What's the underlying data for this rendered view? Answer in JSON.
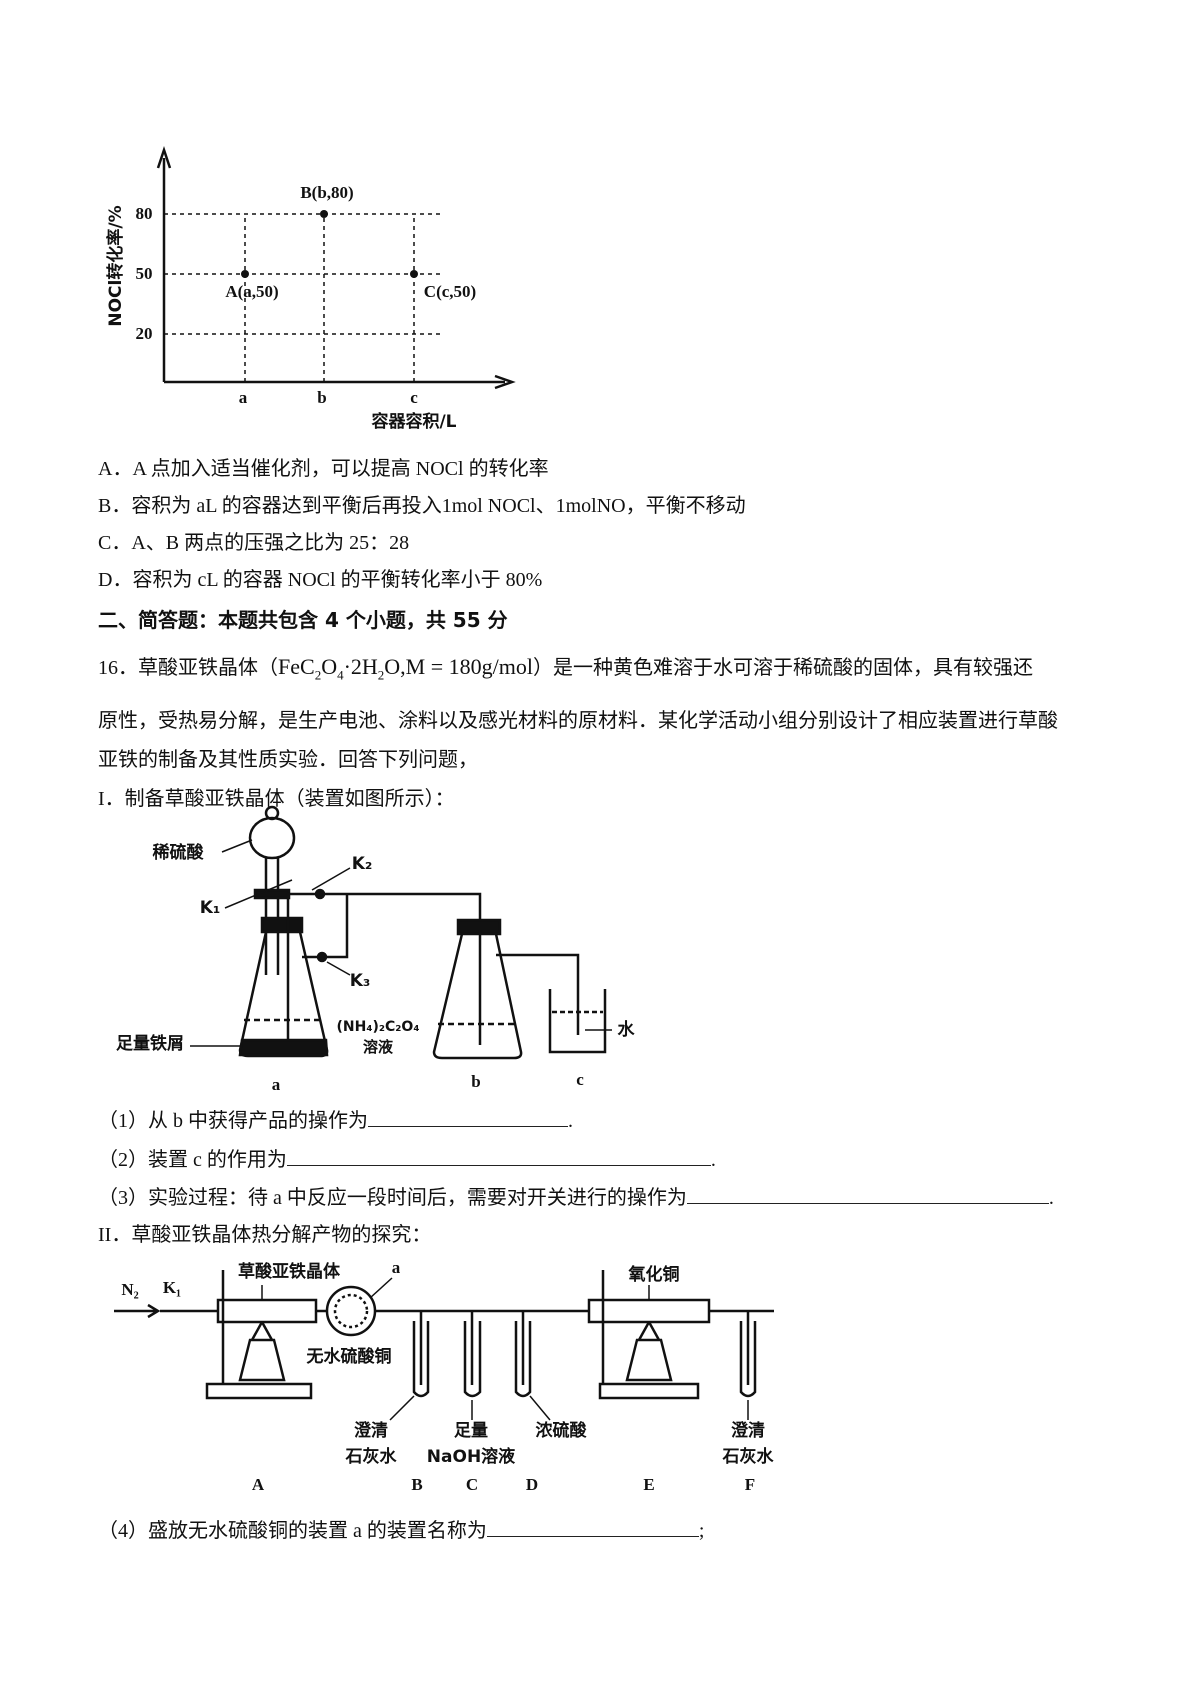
{
  "chart_data": {
    "type": "scatter",
    "title": "",
    "xlabel": "容器容积/L",
    "ylabel": "NOCl转化率/%",
    "x_ticks": [
      "a",
      "b",
      "c"
    ],
    "y_ticks": [
      20,
      50,
      80
    ],
    "points": [
      {
        "label": "A(a,50)",
        "x": "a",
        "y": 50
      },
      {
        "label": "B(b,80)",
        "x": "b",
        "y": 80
      },
      {
        "label": "C(c,50)",
        "x": "c",
        "y": 50
      }
    ],
    "grid": "dashed"
  },
  "options": [
    "A．A 点加入适当催化剂，可以提高 NOCl 的转化率",
    "B．容积为 aL 的容器达到平衡后再投入1mol NOCl、1molNO，平衡不移动",
    "C．A、B 两点的压强之比为 25：28",
    "D．容积为 cL 的容器 NOCl 的平衡转化率小于 80%"
  ],
  "section_heading": "二、简答题：本题共包含 4 个小题，共 55 分",
  "q16": {
    "intro_prefix": "16．草酸亚铁晶体（",
    "formula": {
      "fe": "FeC",
      "s1": "2",
      "o": "O",
      "s2": "4",
      "mid": "·2H",
      "s3": "2",
      "tail": "O,M = 180g/mol"
    },
    "intro_suffix": "）是一种黄色难溶于水可溶于稀硫酸的固体，具有较强还",
    "line2": "原性，受热易分解，是生产电池、涂料以及感光材料的原材料．某化学活动小组分别设计了相应装置进行草酸",
    "line3": "亚铁的制备及其性质实验．回答下列问题，",
    "part1_title": "I．制备草酸亚铁晶体（装置如图所示）：",
    "fig1": {
      "dilute_acid": "稀硫酸",
      "k1": "K₁",
      "k2": "K₂",
      "k3": "K₃",
      "iron": "足量铁屑",
      "solution_formula": "(NH₄)₂C₂O₄",
      "solution_word": "溶液",
      "water": "水",
      "a": "a",
      "b": "b",
      "c": "c"
    },
    "q1": "（1）从 b 中获得产品的操作为",
    "q2": "（2）装置 c 的作用为",
    "q3": "（3）实验过程：待 a 中反应一段时间后，需要对开关进行的操作为",
    "end_dot": ".",
    "part2_title": "II．草酸亚铁晶体热分解产物的探究：",
    "fig2": {
      "n2": "N₂",
      "k1": "K₁",
      "crystal": "草酸亚铁晶体",
      "a": "a",
      "cuso4": "无水硫酸铜",
      "cuo": "氧化铜",
      "limewater1": "澄清",
      "limewater2": "石灰水",
      "naoh1": "足量",
      "naoh2": "NaOH溶液",
      "h2so4": "浓硫酸",
      "letters": [
        "A",
        "B",
        "C",
        "D",
        "E",
        "F"
      ]
    },
    "q4": "（4）盛放无水硫酸铜的装置 a 的装置名称为",
    "q4_end": ";"
  }
}
